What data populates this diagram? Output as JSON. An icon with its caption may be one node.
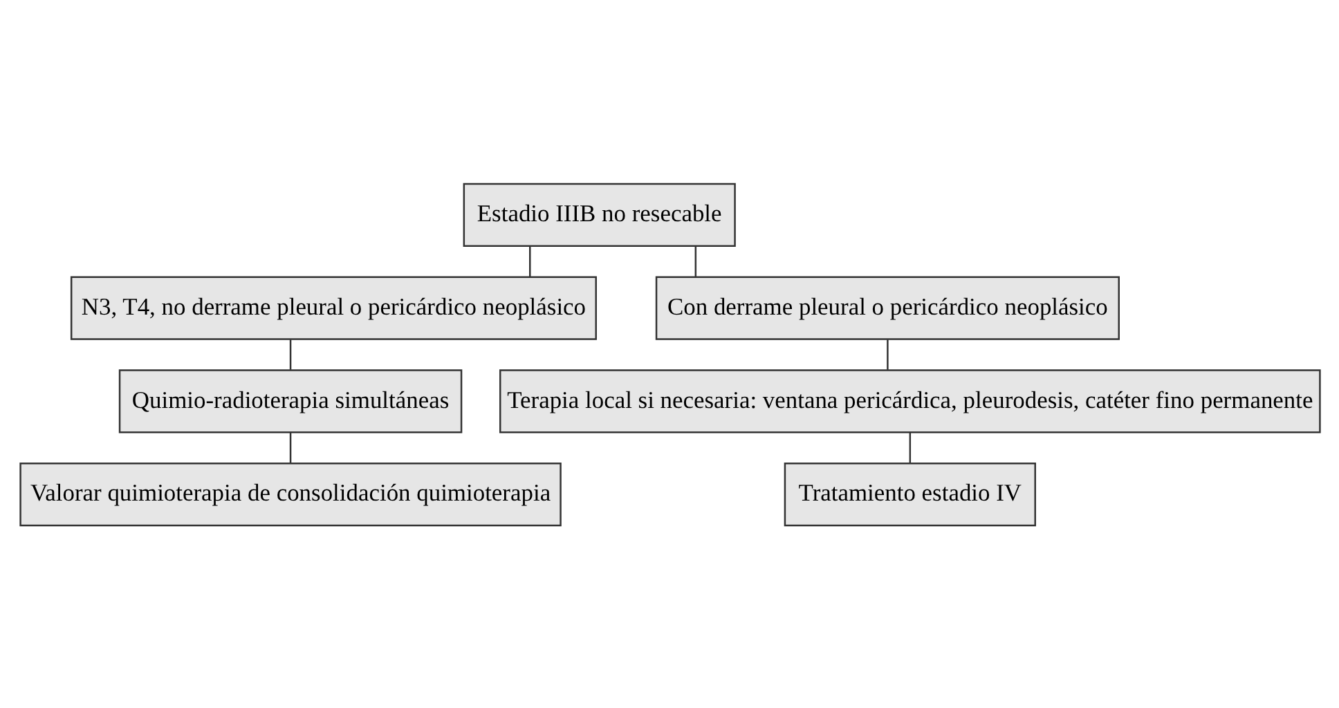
{
  "diagram": {
    "nodes": [
      {
        "text": [
          "Estadio IIIB no resecable"
        ]
      },
      {
        "text": [
          "N3, T4, no derrame pleural o pericárdico neoplásico"
        ]
      },
      {
        "text": [
          "Quimio-radioterapia simultáneas"
        ]
      },
      {
        "text": [
          "Valorar quimioterapia de consolidación quimioterapia"
        ]
      },
      {
        "text": [
          "Con derrame pleural o pericárdico neoplásico"
        ]
      },
      {
        "text": [
          "Terapia local si necesaria: ventana pericárdica, pleurodesis, catéter fino permanente"
        ]
      },
      {
        "text": [
          "Tratamiento estadio IV"
        ]
      }
    ],
    "edges": [
      {
        "from": 0,
        "to": 1,
        "arrow": "none"
      },
      {
        "from": 1,
        "to": 2,
        "arrow": "none"
      },
      {
        "from": 2,
        "to": 3,
        "arrow": "none"
      },
      {
        "from": 0,
        "to": 4,
        "arrow": "none"
      },
      {
        "from": 4,
        "to": 5,
        "arrow": "none"
      },
      {
        "from": 5,
        "to": 6,
        "arrow": "none"
      }
    ]
  }
}
